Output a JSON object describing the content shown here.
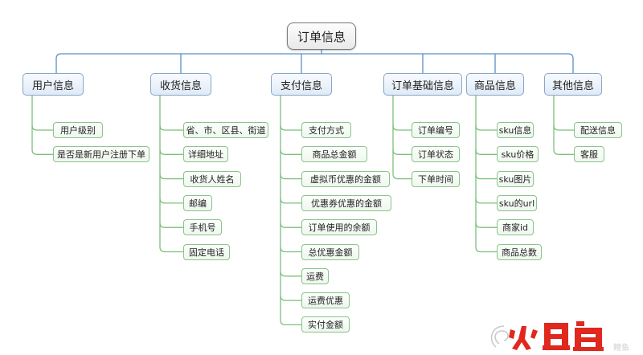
{
  "mindmap": {
    "root": "订单信息",
    "categories": [
      {
        "key": "user",
        "label": "用户信息",
        "items": [
          "用户级别",
          "是否是新用户注册下单"
        ]
      },
      {
        "key": "receive",
        "label": "收货信息",
        "items": [
          "省、市、区县、街道",
          "详细地址",
          "收货人姓名",
          "邮编",
          "手机号",
          "固定电话"
        ]
      },
      {
        "key": "pay",
        "label": "支付信息",
        "items": [
          "支付方式",
          "商品总金额",
          "虚拟币优惠的金额",
          "优惠券优惠的金额",
          "订单使用的余额",
          "总优惠金额",
          "运费",
          "运费优惠",
          "实付金额"
        ]
      },
      {
        "key": "base",
        "label": "订单基础信息",
        "items": [
          "订单编号",
          "订单状态",
          "下单时间"
        ]
      },
      {
        "key": "goods",
        "label": "商品信息",
        "items": [
          "sku信息",
          "sku价格",
          "sku图片",
          "sku的url",
          "商家id",
          "商品总数"
        ]
      },
      {
        "key": "other",
        "label": "其他信息",
        "items": [
          "配送信息",
          "客服"
        ]
      }
    ]
  },
  "watermark": {
    "text": "鲤鱼"
  },
  "colors": {
    "connector": "#5b8fc9",
    "leaf_connector": "#7cbf7c",
    "watermark_red": "#e0281f",
    "watermark_gray": "#c8c8c8"
  }
}
